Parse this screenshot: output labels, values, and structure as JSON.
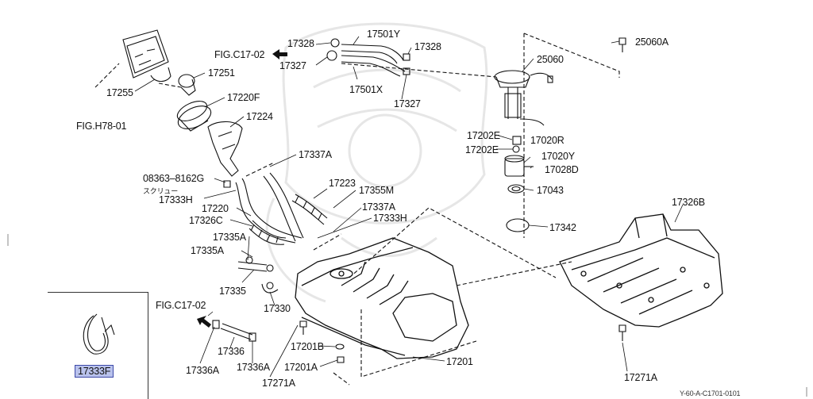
{
  "diagram": {
    "ref_figures": {
      "fig_c17_02_top": "FIG.C17-02",
      "fig_h78_01": "FIG.H78-01",
      "fig_c17_02_bottom": "FIG.C17-02"
    },
    "part_labels": {
      "p17328a": "17328",
      "p17501y": "17501Y",
      "p17328b": "17328",
      "p17327a": "17327",
      "p17501x": "17501X",
      "p17327b": "17327",
      "p25060a": "25060A",
      "p25060": "25060",
      "p17251": "17251",
      "p17255": "17255",
      "p17220f": "17220F",
      "p17224": "17224",
      "p17202e_a": "17202E",
      "p17020r": "17020R",
      "p17202e_b": "17202E",
      "p17020y": "17020Y",
      "p17028d": "17028D",
      "p17337a_a": "17337A",
      "p08363": "08363–8162G",
      "screw_note": "スクリュー",
      "p17223": "17223",
      "p17355m": "17355M",
      "p17333h_a": "17333H",
      "p17043": "17043",
      "p17220": "17220",
      "p17337a_b": "17337A",
      "p17326c": "17326C",
      "p17333h_b": "17333H",
      "p17342": "17342",
      "p17326b": "17326B",
      "p17335a_a": "17335A",
      "p17335a_b": "17335A",
      "p17335": "17335",
      "p17330": "17330",
      "p17336": "17336",
      "p17201b": "17201B",
      "p17201": "17201",
      "p17336a_a": "17336A",
      "p17336a_b": "17336A",
      "p17201a": "17201A",
      "p17271a_a": "17271A",
      "p17271a_b": "17271A",
      "p17333f": "17333F"
    },
    "figure_code": "Y-60-A-C1701-0101"
  },
  "colors": {
    "line": "#111111",
    "highlight_fill": "#b9c2ec",
    "highlight_border": "#3d49a8",
    "watermark": "#e4e4e4"
  },
  "icons": {
    "arrow_top": "arrow-left-icon",
    "arrow_bottom": "arrow-upleft-icon"
  }
}
